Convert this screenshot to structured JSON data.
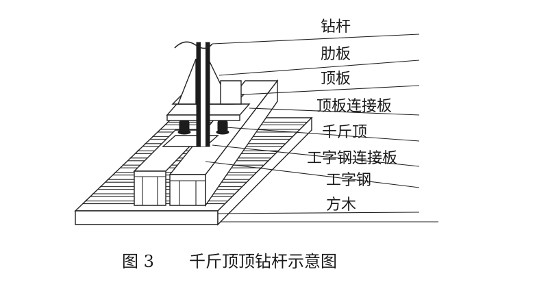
{
  "labels": {
    "drill_rod": "钻杆",
    "rib_plate": "肋板",
    "top_plate": "顶板",
    "top_plate_connector": "顶板连接板",
    "jack": "千斤顶",
    "ibeam_connector": "工字钢连接板",
    "ibeam": "工字钢",
    "timber": "方木"
  },
  "caption": {
    "number": "图 3",
    "title": "千斤顶顶钻杆示意图"
  }
}
